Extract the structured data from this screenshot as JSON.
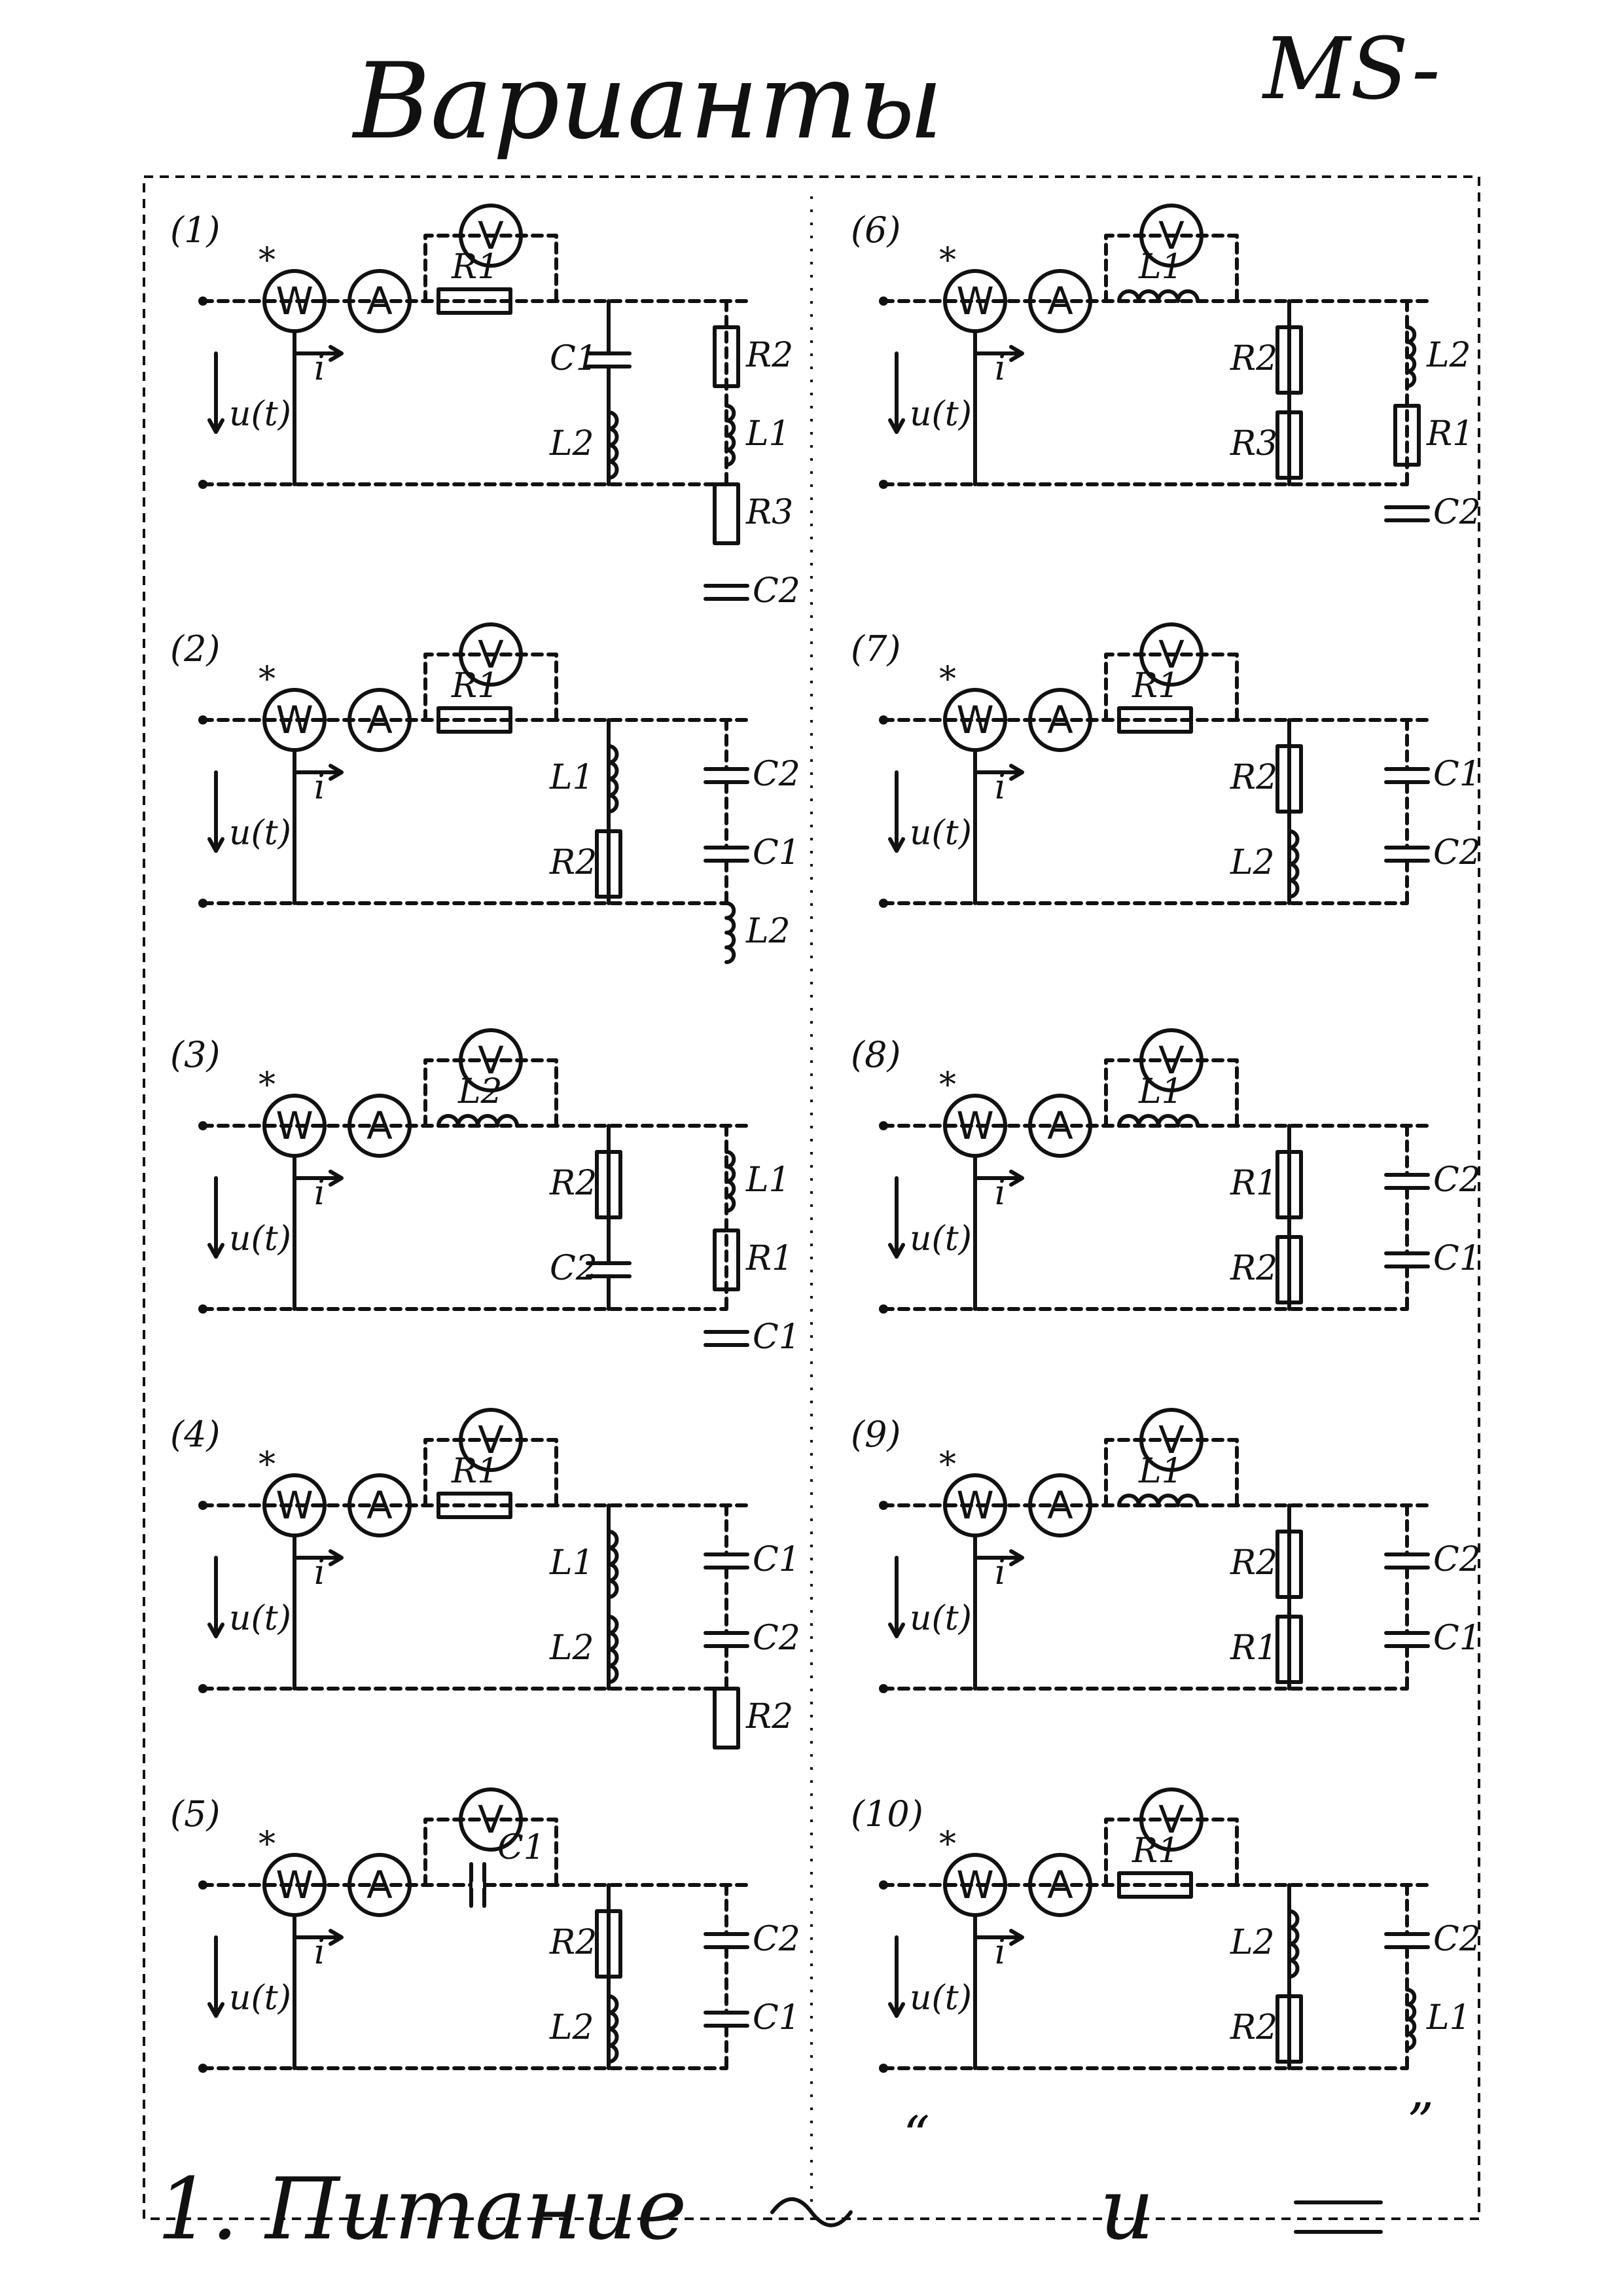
{
  "title": "Варианты",
  "title_right": "MS-",
  "footer": {
    "text": "1. Питание",
    "tilde_mark": "“",
    "and_text": "и",
    "eq_mark": "”"
  },
  "meters": {
    "V": "V",
    "A": "A",
    "W": "W",
    "star": "*"
  },
  "schemes": [
    {
      "num": "(1)",
      "u": "u(t)",
      "i": "i",
      "labels": [
        "R1",
        "C1",
        "L2",
        "R2",
        "L1",
        "R3",
        "C2"
      ]
    },
    {
      "num": "(2)",
      "u": "u(t)",
      "i": "i",
      "labels": [
        "R1",
        "L1",
        "R2",
        "C2",
        "C1",
        "L2"
      ]
    },
    {
      "num": "(3)",
      "u": "u(t)",
      "i": "i",
      "labels": [
        "L2",
        "R2",
        "C2",
        "L1",
        "R1",
        "C1"
      ]
    },
    {
      "num": "(4)",
      "u": "u(t)",
      "i": "i",
      "labels": [
        "R1",
        "L1",
        "L2",
        "C1",
        "C2",
        "R2"
      ]
    },
    {
      "num": "(5)",
      "u": "u(t)",
      "i": "i",
      "labels": [
        "C1",
        "R2",
        "L2",
        "C2",
        "C1"
      ]
    },
    {
      "num": "(6)",
      "u": "u(t)",
      "i": "i",
      "labels": [
        "L1",
        "R2",
        "R3",
        "L2",
        "R1",
        "C2"
      ]
    },
    {
      "num": "(7)",
      "u": "u(t)",
      "i": "i",
      "labels": [
        "R1",
        "R2",
        "L2",
        "C1",
        "C2"
      ]
    },
    {
      "num": "(8)",
      "u": "u(t)",
      "i": "i",
      "labels": [
        "L1",
        "R1",
        "R2",
        "C2",
        "C1"
      ]
    },
    {
      "num": "(9)",
      "u": "u(t)",
      "i": "i",
      "labels": [
        "L1",
        "R2",
        "R1",
        "C2",
        "C1"
      ]
    },
    {
      "num": "(10)",
      "u": "u(t)",
      "i": "i",
      "labels": [
        "R1",
        "L2",
        "R2",
        "C2",
        "L1"
      ]
    }
  ]
}
